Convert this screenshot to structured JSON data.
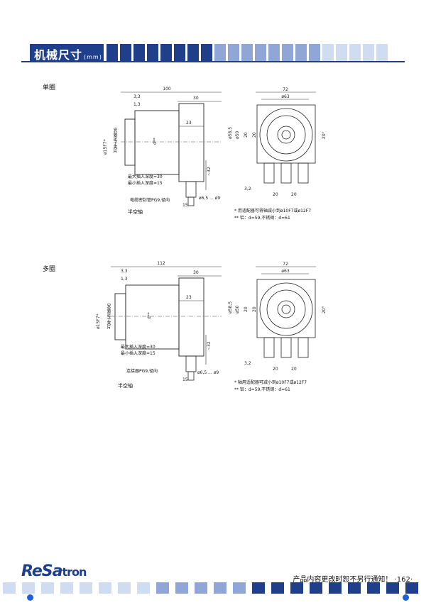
{
  "header": {
    "title": "机械尺寸",
    "unit": "(mm)",
    "block_colors": [
      "#1f3f8a",
      "#8fa6d6",
      "#d0dcf2"
    ]
  },
  "single_turn": {
    "section_label": "单圈",
    "dims": {
      "total_length": "100",
      "left_offset_1": "3,3",
      "left_offset_2": "1,3",
      "right_width": "30",
      "middle": "23",
      "shaft_dia": "ø15F7*",
      "shaft_dia_2": "d**",
      "cable_drop": "~32",
      "bottom_15": "15",
      "bottom_65": "ø6,5 ... ø9",
      "front_width": "72",
      "front_dia": "ø63",
      "front_h1": "ø58,5",
      "front_h2": "ø50",
      "front_20_a": "20",
      "front_20_b": "20",
      "front_20_c": "20",
      "front_20_d": "20",
      "front_32": "3,2",
      "front_angle": "20°"
    },
    "side_label_vertical": "安装定子夹片",
    "depth_max": "最大插入深度=30",
    "depth_min": "最小插入深度=15",
    "cable_label": "电缆密封管PG9,径向",
    "hollow_label": "半空轴",
    "note1": "* 用适配器可将轴减小到ø10F7或ø12F7",
    "note2": "** 铝：d=59,不锈钢：d=61"
  },
  "multi_turn": {
    "section_label": "多圈",
    "dims": {
      "total_length": "112",
      "left_offset_1": "3,3",
      "left_offset_2": "1,3",
      "right_width": "30",
      "middle": "23",
      "shaft_dia": "ø15F7*",
      "shaft_dia_2": "d**",
      "cable_drop": "~32",
      "bottom_15": "15",
      "bottom_65": "ø6,5 ... ø9",
      "front_width": "72",
      "front_dia": "ø63",
      "front_h1": "ø58,5",
      "front_h2": "ø50",
      "front_20_a": "20",
      "front_20_b": "20",
      "front_20_c": "20",
      "front_20_d": "20",
      "front_32": "3,2",
      "front_angle": "20°"
    },
    "side_label_vertical": "安装定子夹片",
    "depth_max": "最大插入深度=30",
    "depth_min": "最小插入深度=15",
    "cable_label": "连接器PG9,径向",
    "hollow_label": "半空轴",
    "note1": "* 轴用适配器可减小到ø10F7或ø12F7",
    "note2": "** 铝：d=59,不锈钢：d=61"
  },
  "footer": {
    "logo_main": "ReSa",
    "logo_tail": "tron",
    "notice": "产品内容更改时恕不另行通知！",
    "page": "·162·"
  }
}
